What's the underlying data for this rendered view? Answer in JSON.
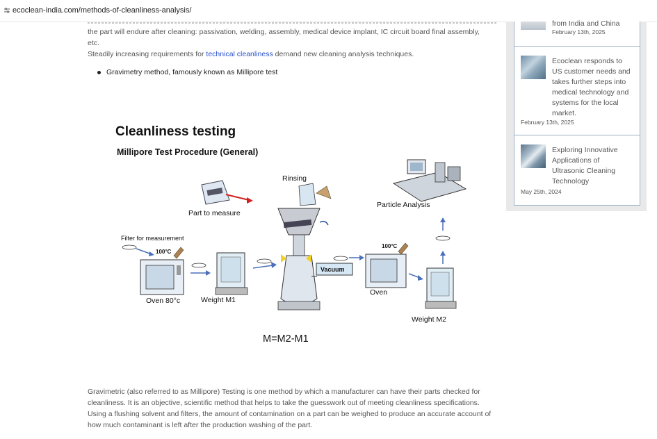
{
  "browser": {
    "url": "ecoclean-india.com/methods-of-cleanliness-analysis/"
  },
  "article": {
    "intro_line1": "the part will endure after cleaning: passivation, welding, assembly, medical device implant, IC circuit board final assembly,",
    "intro_line2": "etc.",
    "demand_prefix": "Steadily increasing requirements for ",
    "demand_link": "technical cleanliness",
    "demand_suffix": " demand new cleaning analysis techniques.",
    "bullet_1": "Gravimetry method, famously known as Millipore test",
    "bottom_line1": "Gravimetric (also referred to as Millipore) Testing is one method by which a manufacturer can have their parts checked for",
    "bottom_line2": "cleanliness. It is an objective, scientific method that helps to take the guesswork out of meeting cleanliness specifications.",
    "bottom_line3": "Using a flushing solvent and filters, the amount of contamination on a part can be weighed to produce an accurate account of",
    "bottom_line4": "how much contaminant is left after the production washing of the part."
  },
  "diagram": {
    "title": "Cleanliness testing",
    "subtitle": "Millipore Test Procedure (General)",
    "label_rinsing": "Rinsing",
    "label_part": "Part to measure",
    "label_filter": "Filter for measurement",
    "label_100c_left": "100°C",
    "label_oven80": "Oven 80°c",
    "label_weight1": "Weight M1",
    "label_vacuum": "Vacuum",
    "label_100c_right": "100°C",
    "label_oven": "Oven",
    "label_weight2": "Weight M2",
    "label_particle": "Particle Analysis",
    "formula": "M=M2-M1"
  },
  "sidebar": {
    "posts": [
      {
        "title_line": "from India and China",
        "date": "February 13th, 2025"
      },
      {
        "title_1": "Ecoclean responds to",
        "title_2": "US customer needs and",
        "title_3": "takes further steps into",
        "title_4": "medical technology and",
        "title_5": "systems for the local",
        "title_6": "market.",
        "date": "February 13th, 2025"
      },
      {
        "title_1": "Exploring Innovative",
        "title_2": "Applications of",
        "title_3": "Ultrasonic Cleaning",
        "title_4": "Technology",
        "date": "May 25th, 2024"
      }
    ]
  },
  "colors": {
    "link": "#2952cc",
    "sidebar_border": "#9ab0c4",
    "arrow_blue": "#4a6fb8",
    "arrow_red": "#d42020"
  }
}
